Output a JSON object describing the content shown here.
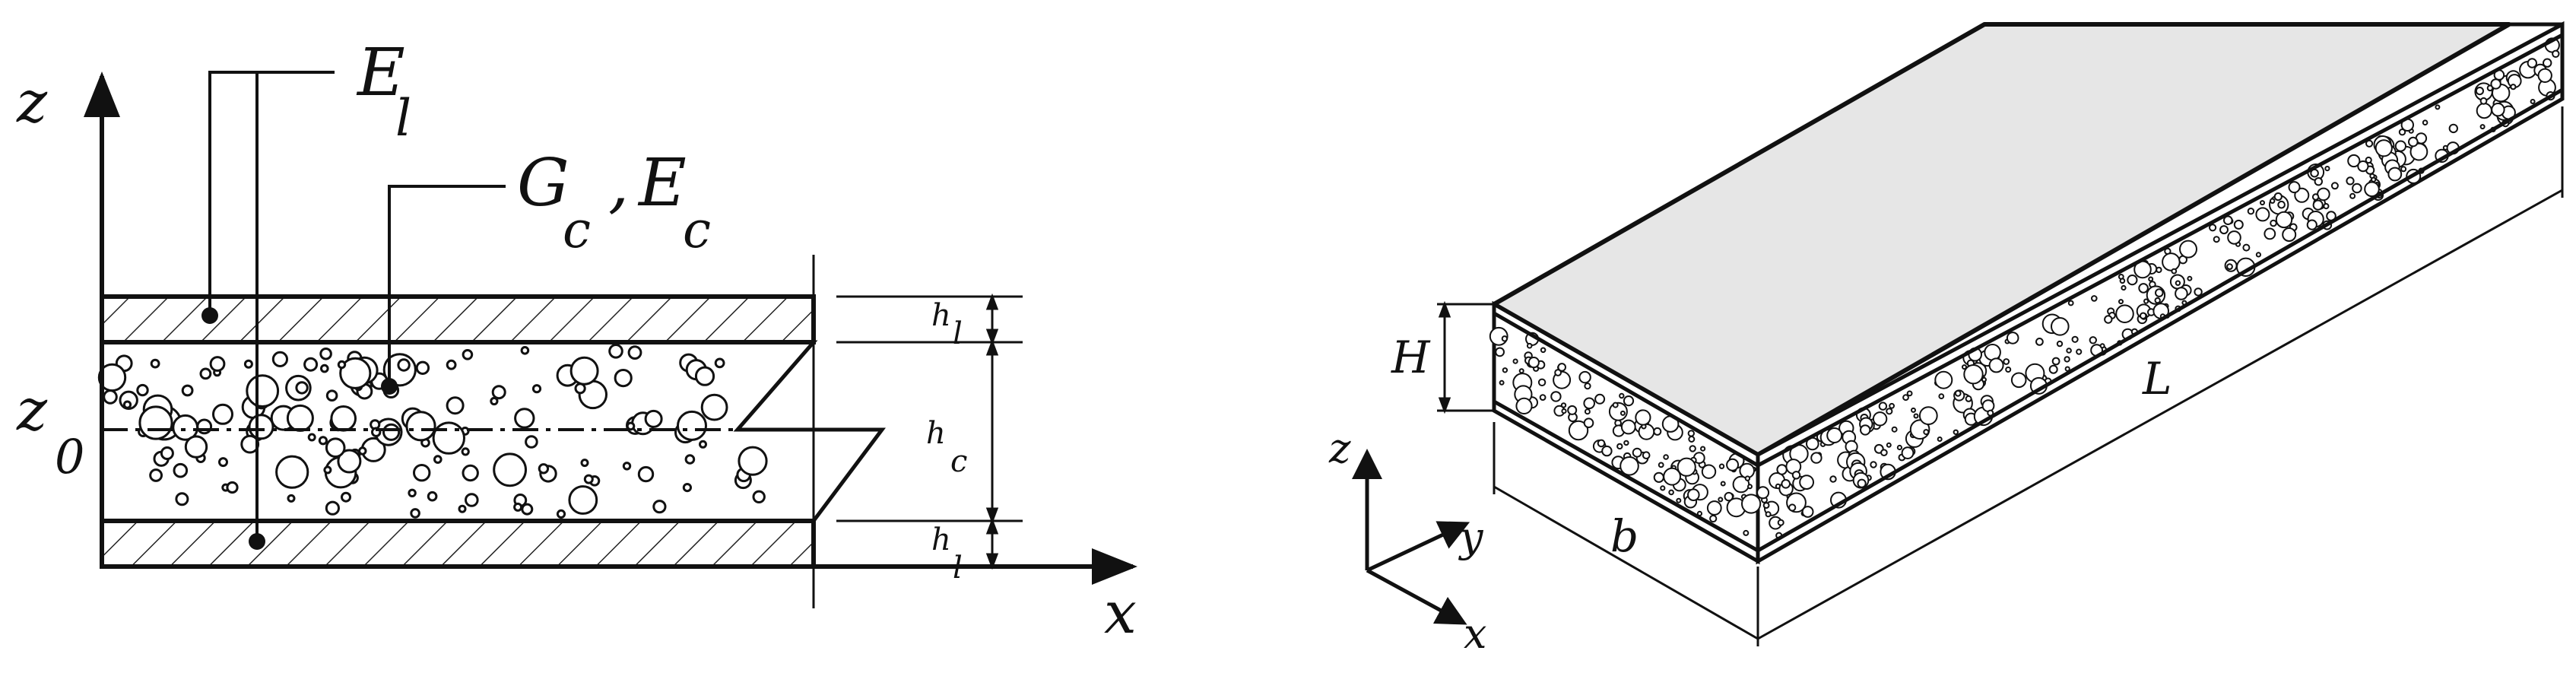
{
  "left_section": {
    "axis_z": "z",
    "axis_x": "x",
    "z0_base": "z",
    "z0_sub": "0",
    "face_modulus_base": "E",
    "face_modulus_sub": "l",
    "core_shear_base": "G",
    "core_shear_sub": "c",
    "separator": ",",
    "core_modulus_base": "E",
    "core_modulus_sub": "c",
    "face_thickness_top_base": "h",
    "face_thickness_top_sub": "l",
    "core_thickness_base": "h",
    "core_thickness_sub": "c",
    "face_thickness_bottom_base": "h",
    "face_thickness_bottom_sub": "l"
  },
  "right_view": {
    "height_label": "H",
    "length_label": "L",
    "width_label": "b",
    "axis_z": "z",
    "axis_y": "y",
    "axis_x": "x"
  },
  "colors": {
    "stroke": "#111111",
    "top_face_fill": "#e6e6e6",
    "background": "#ffffff"
  }
}
